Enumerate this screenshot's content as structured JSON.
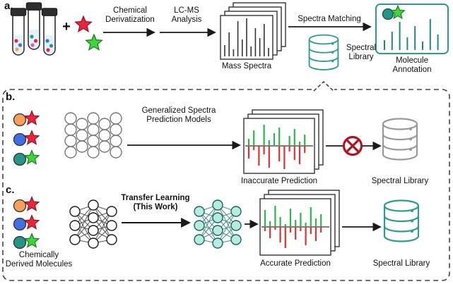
{
  "colors": {
    "accent_teal": "#2a9d8f",
    "spectrum_teal": "#1f8a7d",
    "library_gray": "#9a9a9a",
    "bar_green": "#2fb44d",
    "bar_red": "#e03131",
    "spectrum_ink": "#333333",
    "star_red": "#e8273f",
    "star_green": "#3fd43f",
    "molecule_orange": "#f5a05a",
    "molecule_blue": "#3f6fe0",
    "molecule_teal": "#27948a",
    "reject_red": "#b3121f"
  },
  "icons": {
    "database": "stacked-cylinder",
    "reject": "crossed-circle",
    "tag": "five-point-star",
    "model": "circle-cluster-network"
  },
  "panel_a": {
    "label": "a.",
    "plus_sign": "+",
    "chemical_derivatization": {
      "line1": "Chemical",
      "line2": "Derivatization"
    },
    "lcms_analysis": {
      "line1": "LC-MS",
      "line2": "Analysis"
    },
    "mass_spectra_label": "Mass Spectra",
    "spectra_matching_label": "Spectra Matching",
    "spectral_library_label": {
      "line1": "Spectral",
      "line2": "Library"
    },
    "molecule_annotation_label": {
      "line1": "Molecule",
      "line2": "Annotation"
    }
  },
  "panel_b": {
    "label": "b.",
    "model_label": {
      "line1": "Generalized Spectra",
      "line2": "Prediction Models"
    },
    "prediction_label": "Inaccurate Prediction",
    "library_label": "Spectral Library"
  },
  "panel_c": {
    "label": "c.",
    "molecules_label": {
      "line1": "Chemically",
      "line2": "Derived Molecules"
    },
    "transfer_label": {
      "line1": "Transfer Learning",
      "line2": "(This Work)"
    },
    "prediction_label": "Accurate Prediction",
    "library_label": "Spectral Library"
  },
  "spectra": {
    "mass": [
      16,
      34,
      10,
      50,
      24,
      54,
      14,
      40,
      26,
      46,
      12
    ],
    "annotation": [
      14,
      26,
      40,
      18,
      34,
      12,
      44,
      22
    ],
    "inaccurate_up": [
      10,
      22,
      0,
      30,
      8,
      18,
      26,
      0,
      14,
      24,
      6,
      16
    ],
    "inaccurate_down": [
      18,
      6,
      28,
      12,
      31,
      0,
      22,
      33,
      8,
      20,
      26,
      10
    ],
    "accurate_up": [
      24,
      8,
      30,
      14,
      4,
      26,
      10,
      20,
      6,
      28,
      12,
      18
    ],
    "accurate_down": [
      6,
      16,
      4,
      22,
      30,
      8,
      18,
      6,
      26,
      10,
      20,
      8
    ]
  }
}
